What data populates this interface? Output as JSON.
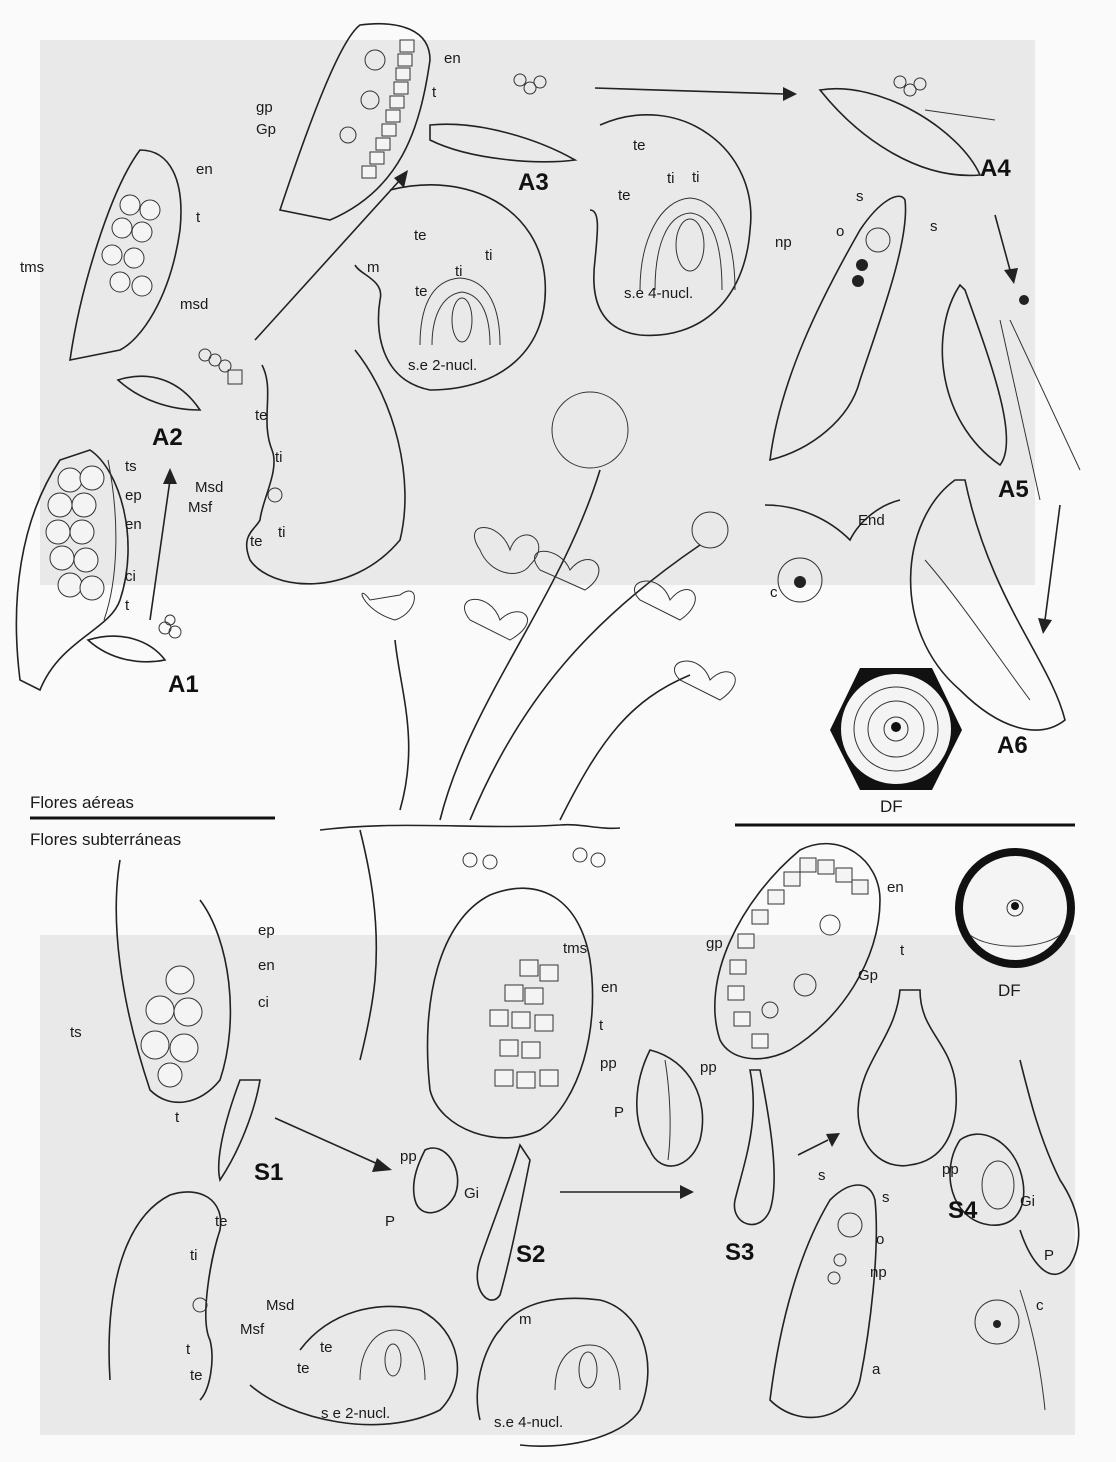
{
  "colors": {
    "ink": "#1a1a1a",
    "paper": "#fafafa",
    "panel": "#e9e9e9"
  },
  "sections": {
    "aerial": "Flores aéreas",
    "subterranean": "Flores subterráneas"
  },
  "stages": {
    "A1": "A1",
    "A2": "A2",
    "A3": "A3",
    "A4": "A4",
    "A5": "A5",
    "A6": "A6",
    "S1": "S1",
    "S2": "S2",
    "S3": "S3",
    "S4": "S4"
  },
  "labels": {
    "en": "en",
    "t": "t",
    "gp": "gp",
    "Gp": "Gp",
    "tms": "tms",
    "msd": "msd",
    "ts": "ts",
    "ep": "ep",
    "ci": "ci",
    "te": "te",
    "ti": "ti",
    "m": "m",
    "Msd": "Msd",
    "Msf": "Msf",
    "s": "s",
    "o": "o",
    "np": "np",
    "c": "c",
    "End": "End",
    "DF": "DF",
    "pp": "pp",
    "P": "P",
    "Gi": "Gi",
    "a": "a",
    "se2": "s.e 2-nucl.",
    "se4": "s.e 4-nucl.",
    "se2b": "s e 2-nucl.",
    "se4b": "s.e 4-nucl."
  }
}
